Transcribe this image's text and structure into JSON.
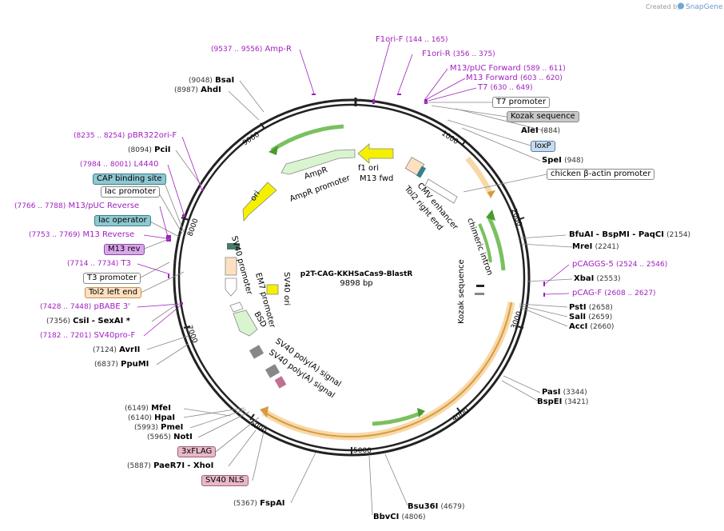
{
  "watermark": {
    "prefix": "Created by",
    "brand": "SnapGene"
  },
  "plasmid": {
    "name": "p2T-CAG-KKHSaCas9-BlastR",
    "length": "9898 bp"
  },
  "ticks": [
    "1000",
    "2000",
    "3000",
    "4000",
    "5000",
    "6000",
    "7000",
    "8000",
    "9000"
  ],
  "enzymes": [
    {
      "name": "BsaI",
      "pos": "(9048)"
    },
    {
      "name": "AhdI",
      "pos": "(8987)"
    },
    {
      "name": "PciI",
      "pos": "(8094)"
    },
    {
      "name": "AleI",
      "pos": "(884)"
    },
    {
      "name": "SpeI",
      "pos": "(948)"
    },
    {
      "name": "BfuAI",
      "sep": "- BspMI - PaqCI",
      "pos": "(2154)"
    },
    {
      "name": "MreI",
      "pos": "(2241)"
    },
    {
      "name": "XbaI",
      "pos": "(2553)"
    },
    {
      "name": "PstI",
      "pos": "(2658)"
    },
    {
      "name": "SalI",
      "pos": "(2659)"
    },
    {
      "name": "AccI",
      "pos": "(2660)"
    },
    {
      "name": "PasI",
      "pos": "(3344)"
    },
    {
      "name": "BspEI",
      "pos": "(3421)"
    },
    {
      "name": "Bsu36I",
      "pos": "(4679)"
    },
    {
      "name": "BbvCI",
      "pos": "(4806)"
    },
    {
      "name": "FspAI",
      "pos": "(5367)"
    },
    {
      "name": "PaeR7I",
      "sep": "- XhoI",
      "pos": "(5887)"
    },
    {
      "name": "NotI",
      "pos": "(5965)"
    },
    {
      "name": "PmeI",
      "pos": "(5993)"
    },
    {
      "name": "HpaI",
      "pos": "(6140)"
    },
    {
      "name": "MfeI",
      "pos": "(6149)"
    },
    {
      "name": "PpuMI",
      "pos": "(6837)"
    },
    {
      "name": "AvrII",
      "pos": "(7124)"
    },
    {
      "name": "CsiI",
      "sep": "- SexAI *",
      "pos": "(7356)"
    }
  ],
  "primers": [
    {
      "name": "Amp-R",
      "pos": "(9537 .. 9556)"
    },
    {
      "name": "F1ori-F",
      "pos": "(144 .. 165)"
    },
    {
      "name": "F1ori-R",
      "pos": "(356 .. 375)"
    },
    {
      "name": "M13/pUC Forward",
      "pos": "(589 .. 611)"
    },
    {
      "name": "M13 Forward",
      "pos": "(603 .. 620)"
    },
    {
      "name": "T7",
      "pos": "(630 .. 649)"
    },
    {
      "name": "pBR322ori-F",
      "pos": "(8235 .. 8254)"
    },
    {
      "name": "L4440",
      "pos": "(7984 .. 8001)"
    },
    {
      "name": "M13/pUC Reverse",
      "pos": "(7766 .. 7788)"
    },
    {
      "name": "M13 Reverse",
      "pos": "(7753 .. 7769)"
    },
    {
      "name": "T3",
      "pos": "(7714 .. 7734)"
    },
    {
      "name": "pBABE 3'",
      "pos": "(7428 .. 7448)"
    },
    {
      "name": "SV40pro-F",
      "pos": "(7182 .. 7201)"
    },
    {
      "name": "pCAGGS-5",
      "pos": "(2524 .. 2546)"
    },
    {
      "name": "pCAG-F",
      "pos": "(2608 .. 2627)"
    }
  ],
  "boxes": [
    {
      "name": "T7 promoter",
      "fill": "#ffffff",
      "stroke": "#888888"
    },
    {
      "name": "Kozak sequence",
      "fill": "#c8c8c8",
      "stroke": "#888888"
    },
    {
      "name": "loxP",
      "fill": "#c8dcf0",
      "stroke": "#5a7fa8"
    },
    {
      "name": "chicken β-actin promoter",
      "fill": "#ffffff",
      "stroke": "#888888"
    },
    {
      "name": "CAP binding site",
      "fill": "#8fc8d2",
      "stroke": "#3a7f8a"
    },
    {
      "name": "lac promoter",
      "fill": "#ffffff",
      "stroke": "#888888"
    },
    {
      "name": "lac operator",
      "fill": "#8fc8d2",
      "stroke": "#3a7f8a"
    },
    {
      "name": "M13 rev",
      "fill": "#d9a8ea",
      "stroke": "#8a4aa8"
    },
    {
      "name": "T3 promoter",
      "fill": "#ffffff",
      "stroke": "#888888"
    },
    {
      "name": "Tol2 left end",
      "fill": "#fde0c0",
      "stroke": "#c89050"
    },
    {
      "name": "3xFLAG",
      "fill": "#e8b8c8",
      "stroke": "#a06080"
    },
    {
      "name": "SV40 NLS",
      "fill": "#e8b8c8",
      "stroke": "#a06080"
    }
  ],
  "features": {
    "f1ori": "f1 ori",
    "m13fwd": "M13 fwd",
    "ampr": "AmpR",
    "ampr_promoter": "AmpR promoter",
    "ori": "ori",
    "cmv": "CMV enhancer",
    "tol2right": "Tol2 right end",
    "chimeric": "chimeric intron",
    "kozak": "Kozak sequence",
    "sv40ori": "SV40 ori",
    "sv40prom": "SV40 promoter",
    "em7": "EM7 promoter",
    "bsd": "BSD",
    "polyA1": "SV40 poly(A) signal",
    "polyA2": "SV40 poly(A) signal"
  },
  "colors": {
    "primer": "#a020c0",
    "ampr": "#d8f5d0",
    "ori": "#f5f000",
    "cas9": "#f0c080",
    "ring": "#222222"
  }
}
